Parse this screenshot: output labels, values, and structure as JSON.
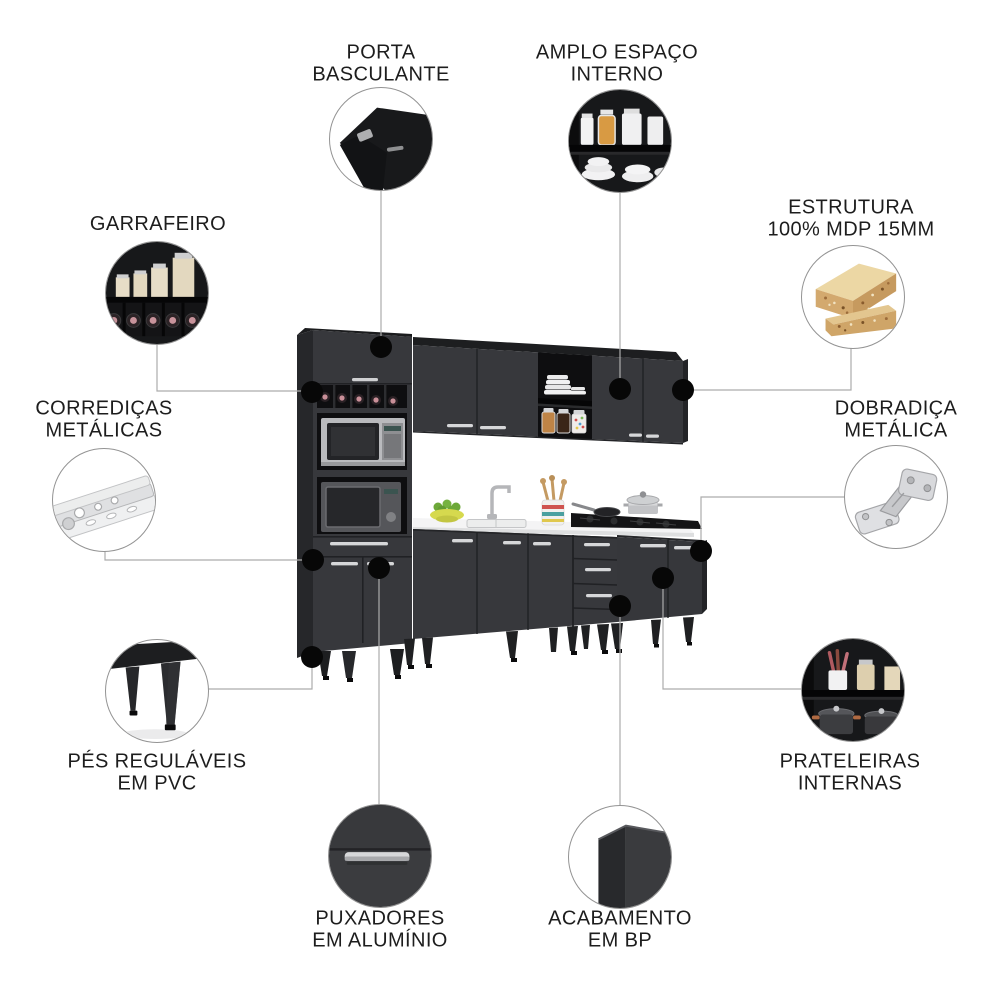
{
  "page": {
    "type": "product feature infographic",
    "language": "pt-BR",
    "subject": "Conjunto de cozinha modulada preta (black modular kitchen cabinet set)",
    "background_color": "#ffffff"
  },
  "palette": {
    "label_text": "#1d1d1d",
    "connector_line": "#acacac",
    "anchor_dot": "#070707",
    "circle_border": "#939393",
    "cabinet_front": "#37383c",
    "cabinet_shadow": "#1e1f21",
    "countertop": "#f4f4f5",
    "mdp_wood": "#d3a96e",
    "metal_silver": "#d6d7d9"
  },
  "callouts": [
    {
      "id": "porta-basculante",
      "lines": [
        "PORTA",
        "BASCULANTE"
      ],
      "icon": "flip-up-door-icon",
      "position": "top-left"
    },
    {
      "id": "amplo-espaco-interno",
      "lines": [
        "AMPLO ESPAÇO",
        "INTERNO"
      ],
      "icon": "open-shelves-dishes-icon",
      "position": "top-right"
    },
    {
      "id": "garrafeiro",
      "lines": [
        "GARRAFEIRO"
      ],
      "icon": "bottle-rack-icon",
      "position": "upper-left"
    },
    {
      "id": "estrutura-mdp",
      "lines": [
        "ESTRUTURA",
        "100% MDP 15MM"
      ],
      "icon": "mdp-board-icon",
      "position": "upper-right"
    },
    {
      "id": "corredicas-metalicas",
      "lines": [
        "CORREDIÇAS",
        "METÁLICAS"
      ],
      "icon": "drawer-slide-icon",
      "position": "middle-left"
    },
    {
      "id": "dobradica-metalica",
      "lines": [
        "DOBRADIÇA",
        "METÁLICA"
      ],
      "icon": "cabinet-hinge-icon",
      "position": "middle-right"
    },
    {
      "id": "pes-regulaveis-pvc",
      "lines": [
        "PÉS REGULÁVEIS",
        "EM PVC"
      ],
      "icon": "adjustable-feet-icon",
      "position": "lower-left"
    },
    {
      "id": "prateleiras-internas",
      "lines": [
        "PRATELEIRAS",
        "INTERNAS"
      ],
      "icon": "internal-shelves-icon",
      "position": "lower-right"
    },
    {
      "id": "puxadores-aluminio",
      "lines": [
        "PUXADORES",
        "EM ALUMÍNIO"
      ],
      "icon": "aluminum-handle-icon",
      "position": "bottom-left"
    },
    {
      "id": "acabamento-bp",
      "lines": [
        "ACABAMENTO",
        "EM BP"
      ],
      "icon": "bp-corner-finish-icon",
      "position": "bottom-right"
    }
  ]
}
